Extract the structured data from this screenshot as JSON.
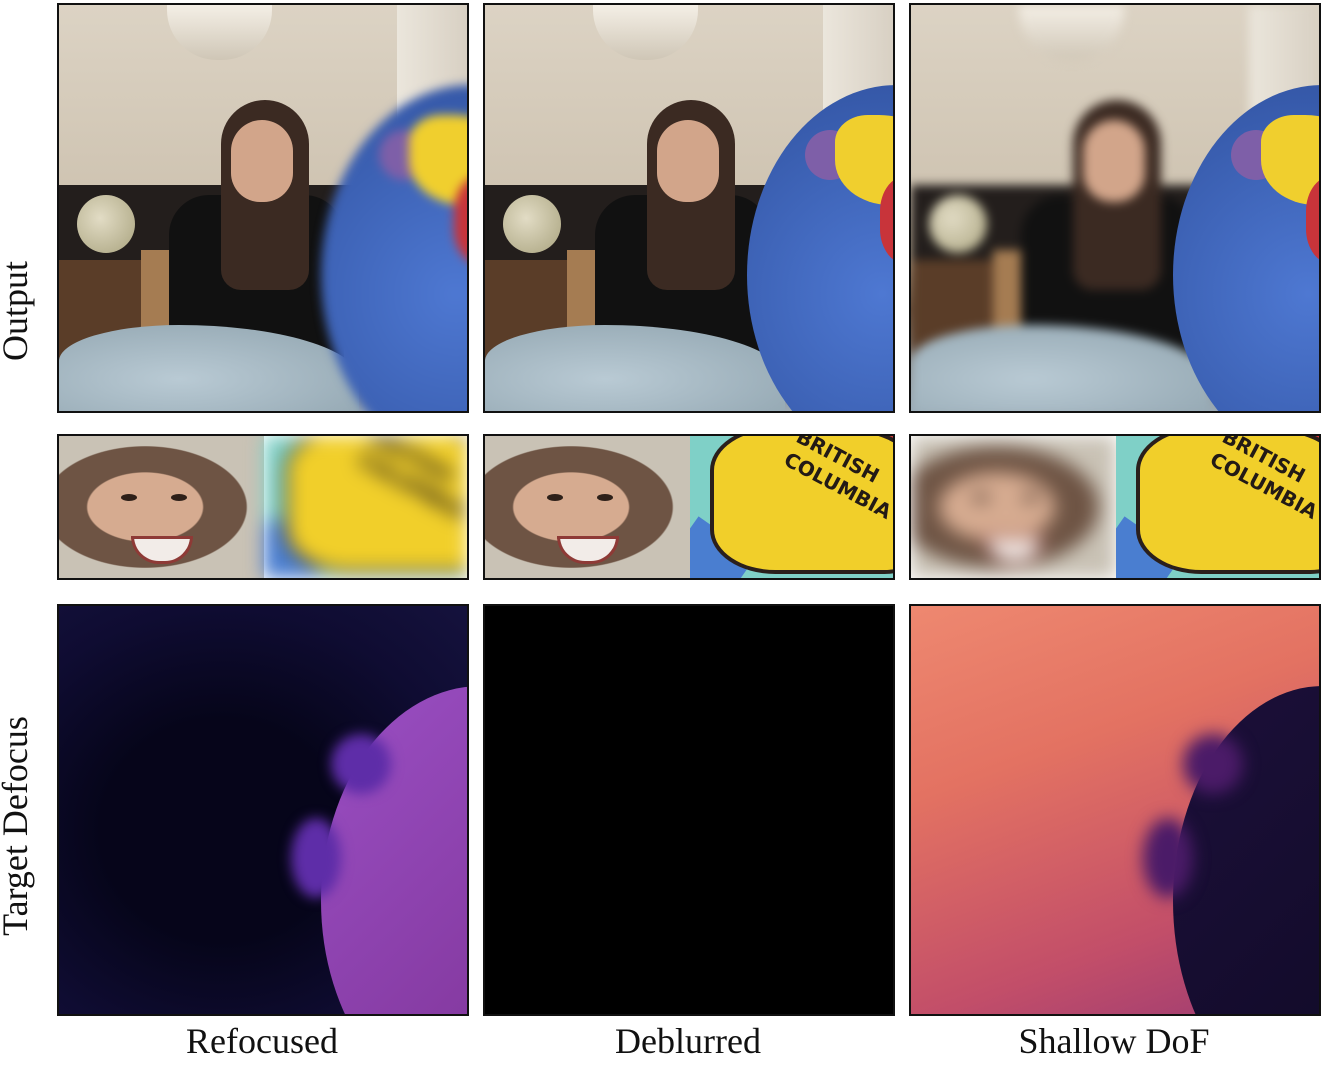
{
  "figure": {
    "row_labels": {
      "output": "Output",
      "target_defocus": "Target Defocus"
    },
    "columns": [
      {
        "label": "Refocused"
      },
      {
        "label": "Deblurred"
      },
      {
        "label": "Shallow DoF"
      }
    ],
    "inset_text": {
      "line1": "BRITISH",
      "line2": "COLUMBIA"
    },
    "colors": {
      "frame": "#111111",
      "defocus_low": "#06051a",
      "defocus_high": "#ee8870"
    }
  }
}
